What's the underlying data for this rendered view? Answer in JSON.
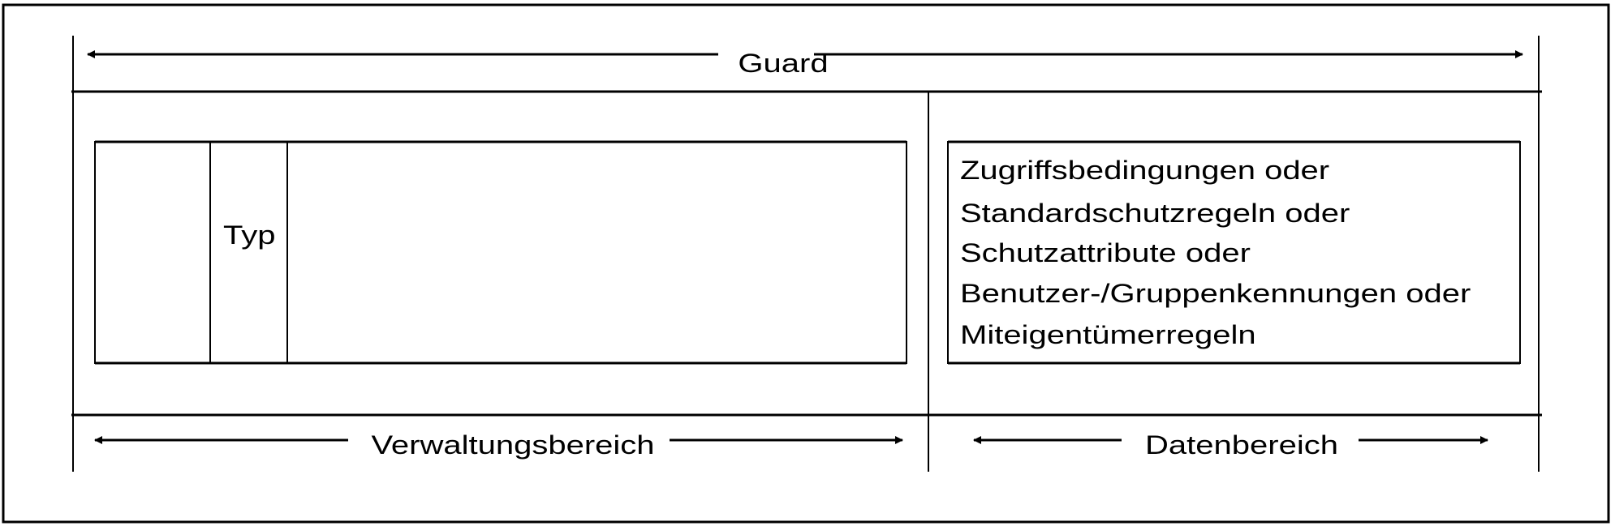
{
  "diagram": {
    "top_label": "Guard",
    "left_box": {
      "cell_label": "Typ"
    },
    "right_box": {
      "lines": [
        "Zugriffsbedingungen oder",
        "Standardschutzregeln oder",
        "Schutzattribute oder",
        "Benutzer-/Gruppenkennungen oder",
        "Miteigentümerregeln"
      ]
    },
    "bottom_left_label": "Verwaltungsbereich",
    "bottom_right_label": "Datenbereich"
  }
}
